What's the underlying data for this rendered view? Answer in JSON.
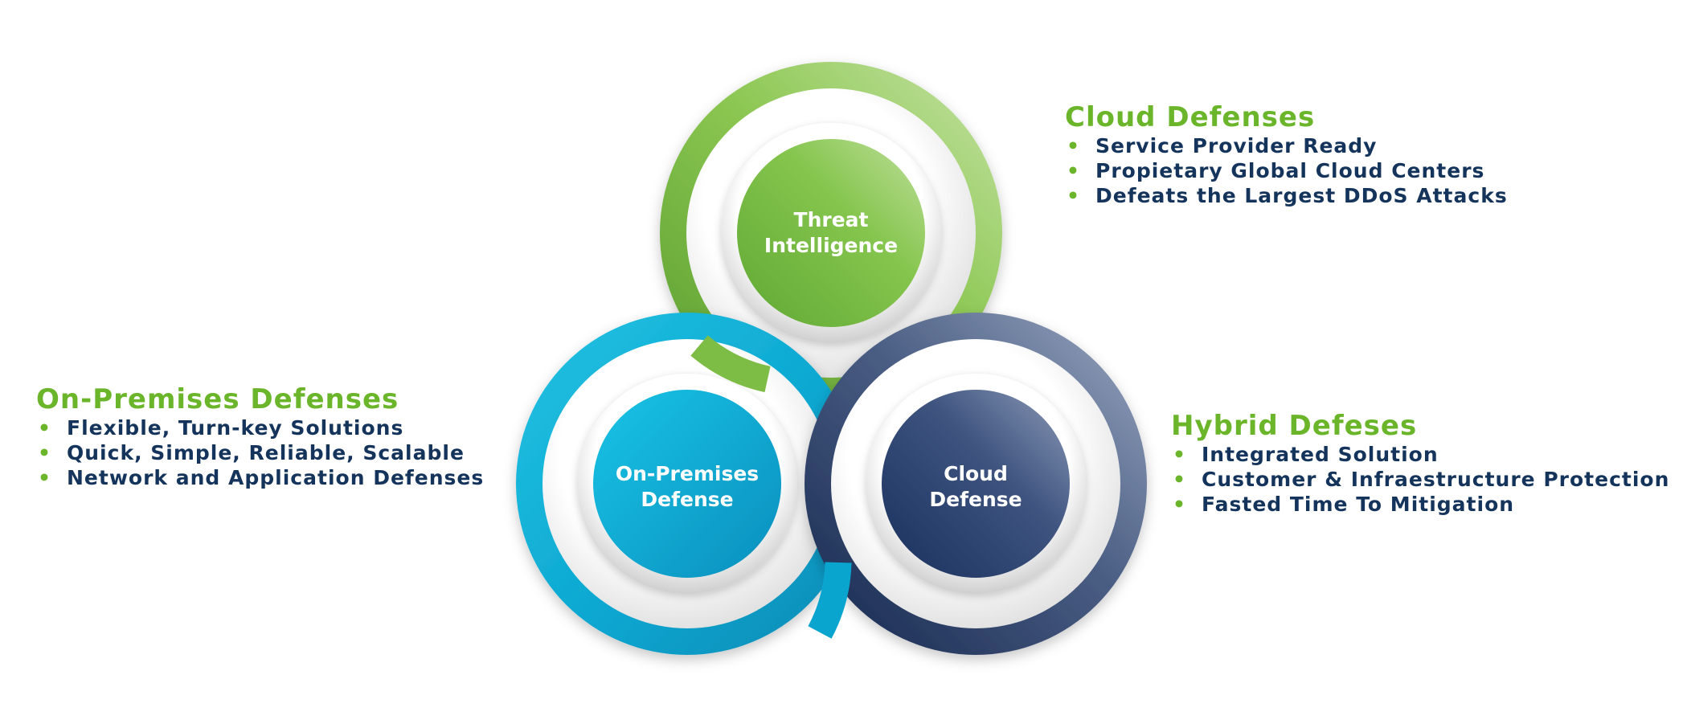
{
  "diagram": {
    "circles": {
      "threat": {
        "line1": "Threat",
        "line2": "Intelligence"
      },
      "onprem": {
        "line1": "On-Premises",
        "line2": "Defense"
      },
      "cloud": {
        "line1": "Cloud",
        "line2": "Defense"
      }
    }
  },
  "blocks": {
    "cloud_defenses": {
      "title": "Cloud Defenses",
      "items": [
        "Service Provider Ready",
        "Propietary Global Cloud Centers",
        "Defeats the Largest DDoS Attacks"
      ]
    },
    "onprem_defenses": {
      "title": "On-Premises Defenses",
      "items": [
        "Flexible, Turn-key Solutions",
        "Quick, Simple, Reliable, Scalable",
        "Network and Application Defenses"
      ]
    },
    "hybrid_defenses": {
      "title": "Hybrid Defeses",
      "items": [
        "Integrated Solution",
        "Customer & Infraestructure Protection",
        "Fasted Time To Mitigation"
      ]
    }
  },
  "bullet_symbol": "•",
  "colors": {
    "green": "#6bb52a",
    "navy_text": "#14345c",
    "cyan": "#0ea7cf",
    "navy_ring": "#2b3f66"
  }
}
